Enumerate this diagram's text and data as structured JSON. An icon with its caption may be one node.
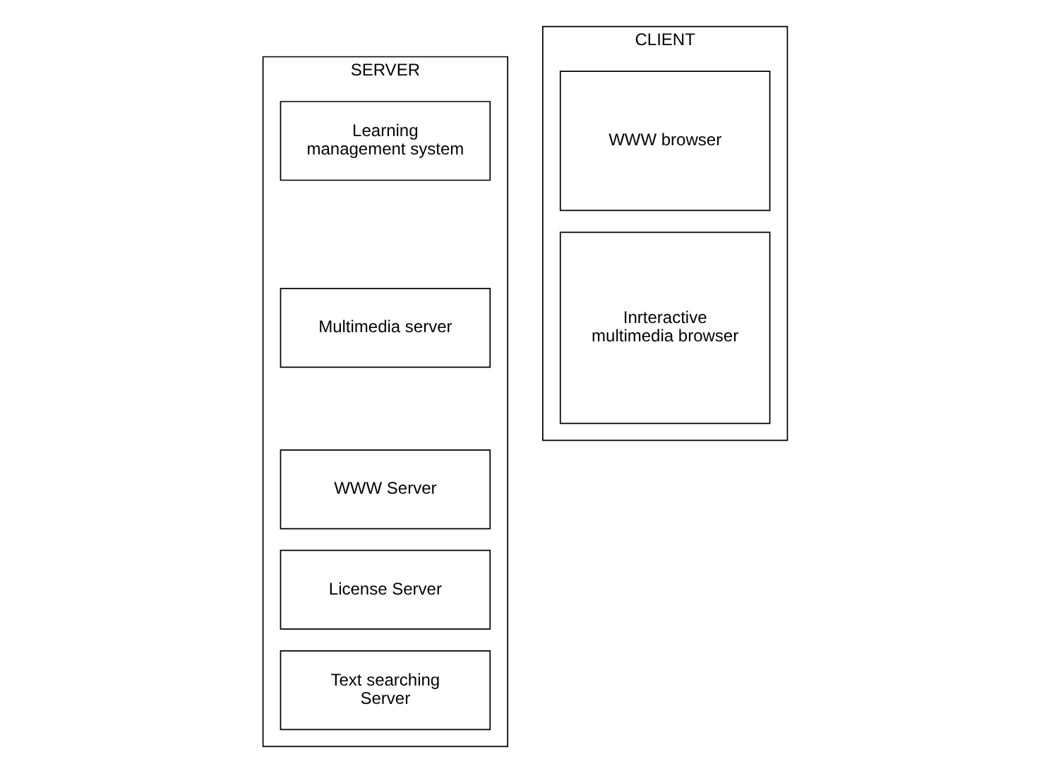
{
  "diagram": {
    "nodes": [
      {
        "text": [
          "SERVER"
        ]
      },
      {
        "text": [
          "Learning management system"
        ],
        "in": 0
      },
      {
        "text": [
          "Multimedia server"
        ],
        "in": 0
      },
      {
        "text": [
          "WWW Server"
        ],
        "in": 0
      },
      {
        "text": [
          "License Server"
        ],
        "in": 0
      },
      {
        "text": [
          "Text searching Server"
        ],
        "in": 0
      },
      {
        "text": [
          "CLIENT"
        ]
      },
      {
        "text": [
          "WWW browser"
        ],
        "in": 6
      },
      {
        "text": [
          "Inrteractive multimedia browser"
        ],
        "in": 6
      }
    ],
    "edges": []
  }
}
